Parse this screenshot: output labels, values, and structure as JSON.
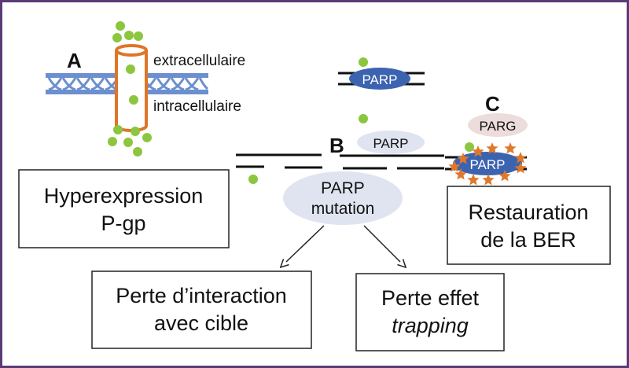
{
  "panels": {
    "a": {
      "letter": "A",
      "outside_label": "extracellulaire",
      "inside_label": "intracellulaire",
      "box_line1": "Hyperexpression",
      "box_line2": "P-gp"
    },
    "b": {
      "letter": "B",
      "top_protein": "PARP",
      "free_protein": "PARP",
      "mutant_line1": "PARP",
      "mutant_line2": "mutation",
      "outcome_left_line1": "Perte d’interaction",
      "outcome_left_line2": "avec cible",
      "outcome_right_line1": "Perte effet",
      "outcome_right_line2": "trapping"
    },
    "c": {
      "letter": "C",
      "parg_label": "PARG",
      "parp_label": "PARP",
      "box_line1": "Restauration",
      "box_line2": "de la BER"
    }
  },
  "colors": {
    "border": "#5b3a78",
    "membrane": "#6b8fcf",
    "pump": "#e07427",
    "drug": "#8cc63f",
    "parp_active": "#3c63b0",
    "parp_light": "#dfe4f0",
    "parg_fill": "#ecdcdc",
    "star": "#e0782a"
  }
}
